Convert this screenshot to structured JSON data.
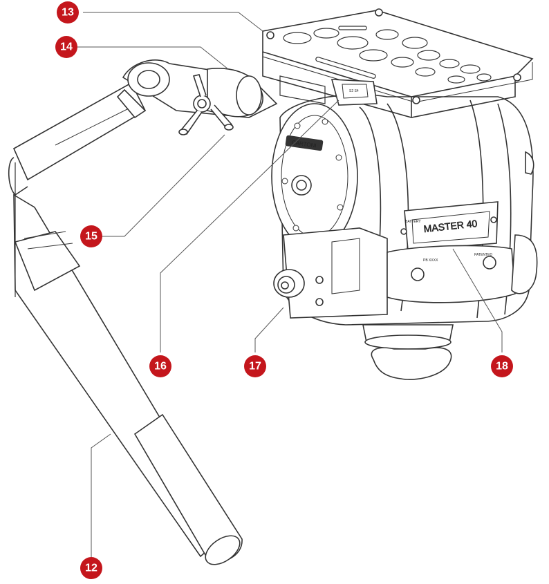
{
  "colors": {
    "callout_fill": "#c4161c",
    "callout_text": "#ffffff",
    "line_art": "#333333",
    "leader": "#555555",
    "background": "#ffffff"
  },
  "callouts": [
    {
      "label": "12"
    },
    {
      "label": "13"
    },
    {
      "label": "14"
    },
    {
      "label": "15"
    },
    {
      "label": "16"
    },
    {
      "label": "17"
    },
    {
      "label": "18"
    }
  ],
  "engraved_text": {
    "brand_plate": "CARTONI",
    "model_plate": "MASTER 40",
    "battery_label": "BATTERY",
    "patented_label": "PATENTED",
    "small_label": "PB XXXX",
    "clamp_label": "S2 S4"
  }
}
